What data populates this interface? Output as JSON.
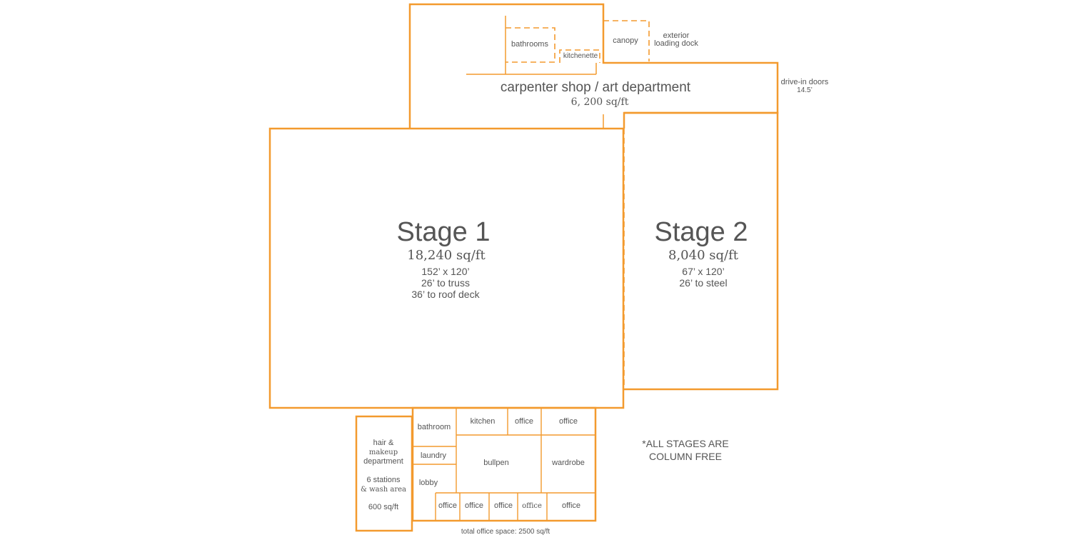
{
  "colors": {
    "line": "#f39a2e",
    "text": "#555555",
    "background": "#ffffff"
  },
  "carpenter": {
    "title": "carpenter shop / art department",
    "area": "6, 200 sq/ft"
  },
  "service": {
    "bathrooms": "bathrooms",
    "kitchenette": "kitchenette",
    "canopy": "canopy",
    "dock_line1": "exterior",
    "dock_line2": "loading dock",
    "drive_in_line1": "drive-in doors",
    "drive_in_line2": "14.5’"
  },
  "stage1": {
    "title": "Stage 1",
    "area": "18,240 sq/ft",
    "dims": "152’ x 120’",
    "truss": "26’ to truss",
    "roof": "36’ to roof deck"
  },
  "stage2": {
    "title": "Stage 2",
    "area": "8,040 sq/ft",
    "dims": "67’ x 120’",
    "steel": "26’ to steel"
  },
  "hair": {
    "line1": "hair &",
    "line2": "makeup",
    "line3": "department",
    "line4": "6 stations",
    "line5": "& wash area",
    "line6": "600 sq/ft"
  },
  "offices": {
    "bathroom": "bathroom",
    "kitchen": "kitchen",
    "office_top_1": "office",
    "office_top_2": "office",
    "laundry": "laundry",
    "bullpen": "bullpen",
    "wardrobe": "wardrobe",
    "lobby": "lobby",
    "office_bottom_1": "office",
    "office_bottom_2": "office",
    "office_bottom_3": "office",
    "office_bottom_4": "office",
    "office_bottom_5": "office",
    "total": "total office space: 2500 sq/ft"
  },
  "note": {
    "line1": "*ALL STAGES ARE",
    "line2": "COLUMN FREE"
  }
}
